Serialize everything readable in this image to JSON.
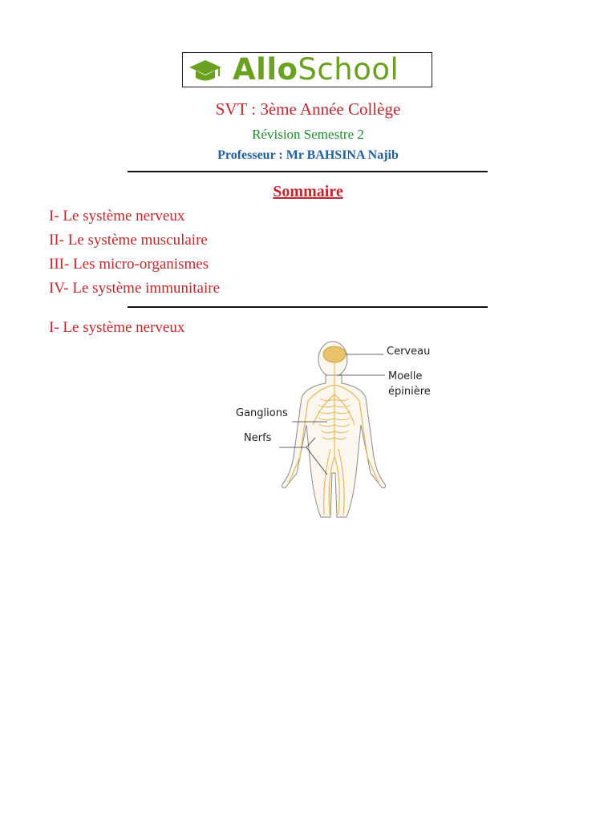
{
  "logo": {
    "part1": "Allo",
    "part2": "School",
    "accent": "#6aa121"
  },
  "header": {
    "title": "SVT : 3ème Année Collège",
    "subtitle": "Révision Semestre 2",
    "professor": "Professeur : Mr BAHSINA Najib"
  },
  "toc": {
    "heading": "Sommaire",
    "items": [
      "I- Le système nerveux",
      "II- Le système musculaire",
      "III- Les micro-organismes",
      "IV- Le système immunitaire"
    ]
  },
  "section1": {
    "heading": "I- Le système nerveux",
    "figure": {
      "labels": {
        "brain": "Cerveau",
        "spinal_cord_line1": "Moelle",
        "spinal_cord_line2": "épinière",
        "ganglia": "Ganglions",
        "nerves": "Nerfs"
      }
    }
  },
  "colors": {
    "title_red": "#c0272d",
    "subtitle_green": "#1d8a2b",
    "professor_blue": "#1f5f9e",
    "nerve_yellow": "#e8c36a"
  }
}
